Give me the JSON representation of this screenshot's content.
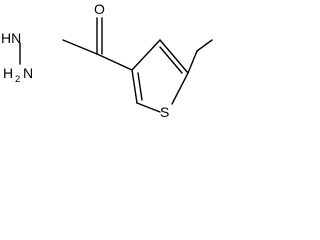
{
  "molecule": {
    "atoms": {
      "oxygen": "O",
      "hydrazide_nh": "HN",
      "amine_h": "H",
      "amine_n": "N",
      "amine_subscript": "2",
      "sulfur": "S"
    }
  },
  "colors": {
    "bond": "#000000",
    "text": "#000000",
    "background": "#ffffff"
  }
}
